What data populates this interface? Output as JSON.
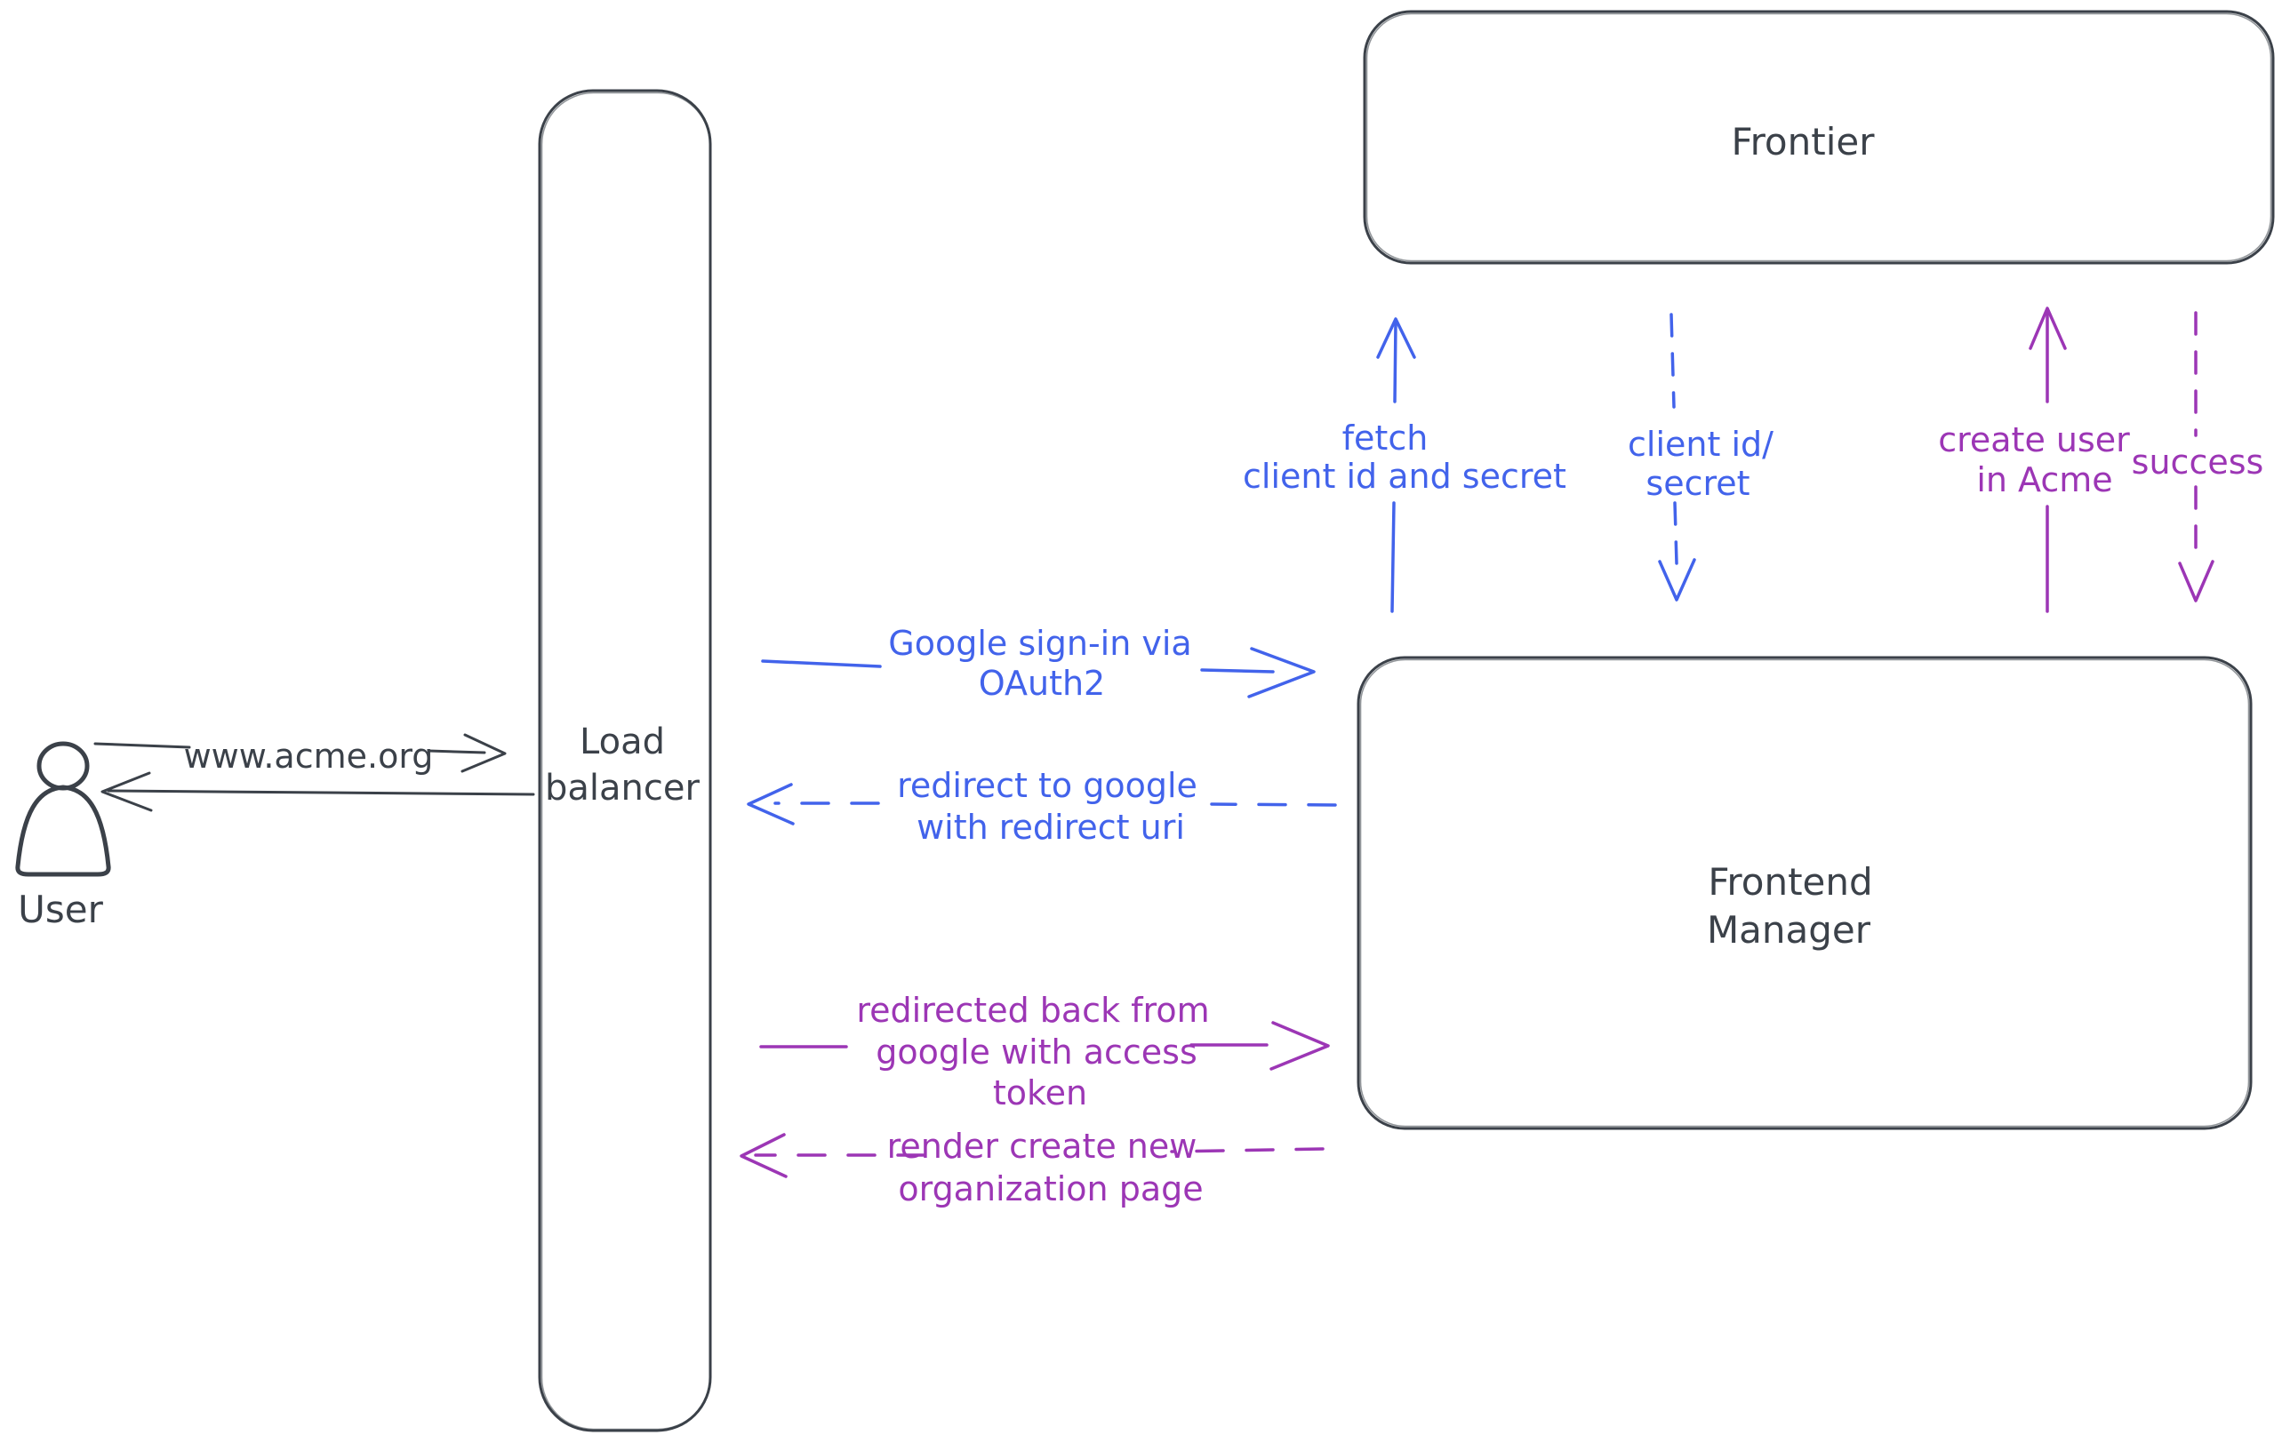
{
  "diagram": {
    "background": "#ffffff",
    "colors": {
      "node_stroke": "#3b4149",
      "blue_flow": "#4263eb",
      "purple_flow": "#9c36b5",
      "hatch_fill": "#ccd3da"
    },
    "actor": {
      "label": "User"
    },
    "nodes": {
      "load_balancer": {
        "line1": "Load",
        "line2": "balancer"
      },
      "frontier": {
        "label": "Frontier"
      },
      "frontend_manager": {
        "line1": "Frontend",
        "line2": "Manager"
      }
    },
    "arrows": {
      "www": {
        "label": "www.acme.org"
      },
      "google_signin": {
        "line1": "Google sign-in via",
        "line2": "OAuth2"
      },
      "redirect": {
        "line1": "redirect to google",
        "line2": "with redirect uri"
      },
      "fetch": {
        "line1": "fetch",
        "line2": "client id and secret"
      },
      "client_id": {
        "line1": "client id/",
        "line2": "secret"
      },
      "create_user": {
        "line1": "create user",
        "line2": "in Acme"
      },
      "success": {
        "label": "success"
      },
      "redirected_back": {
        "line1": "redirected back from",
        "line2": "google with access",
        "line3": "token"
      },
      "render_page": {
        "line1": "render create new",
        "line2": "organization page"
      }
    }
  }
}
